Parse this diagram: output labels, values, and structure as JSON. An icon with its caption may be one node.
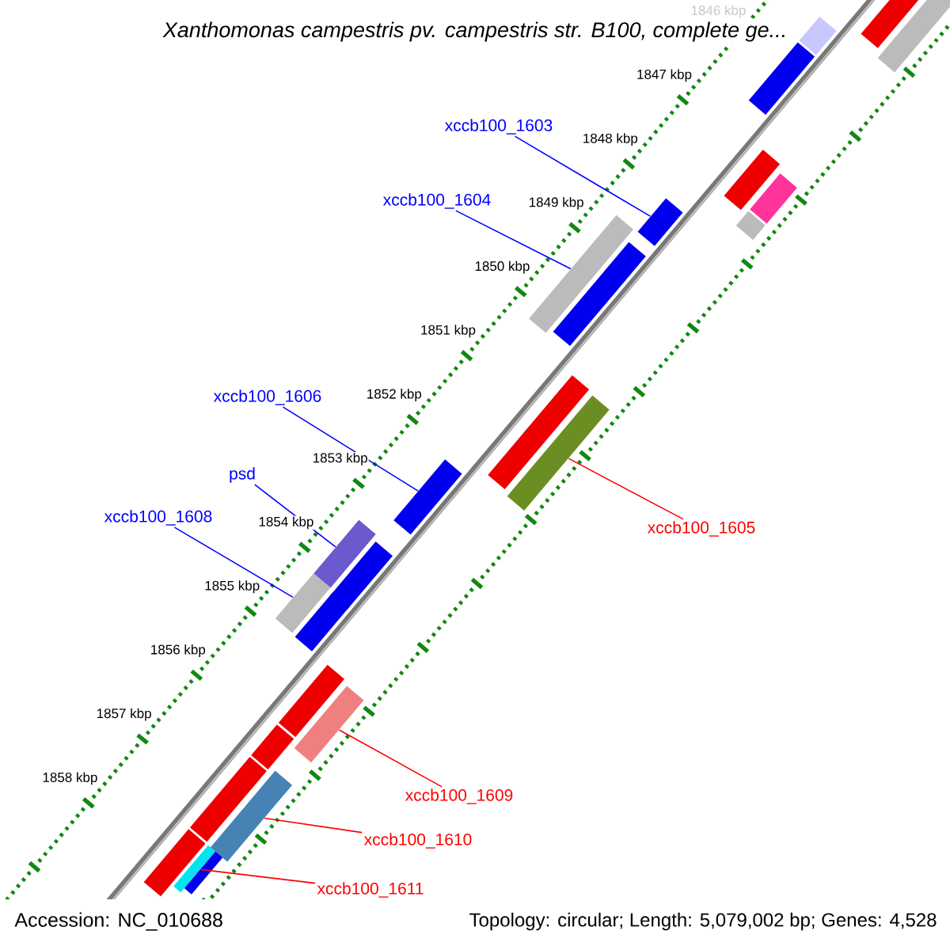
{
  "diagram": {
    "title": "Xanthomonas campestris pv. campestris str. B100, complete ge...",
    "nodes": [
      {
        "text": [],
        "shape": "bar"
      },
      {
        "text": [],
        "shape": "bar"
      },
      {
        "text": [],
        "shape": "bar"
      },
      {
        "text": [],
        "shape": "bar"
      },
      {
        "text": [
          "xccb100_1603"
        ]
      },
      {
        "text": [],
        "shape": "bar"
      },
      {
        "text": [],
        "shape": "bar"
      },
      {
        "text": [
          "xccb100_1604"
        ]
      },
      {
        "text": [],
        "shape": "bar"
      },
      {
        "text": [],
        "shape": "bar"
      },
      {
        "text": [],
        "shape": "bar"
      },
      {
        "text": [],
        "shape": "bar"
      },
      {
        "text": [],
        "shape": "bar"
      },
      {
        "text": [
          "xccb100_1606"
        ]
      },
      {
        "text": [],
        "shape": "bar"
      },
      {
        "text": [],
        "shape": "bar"
      },
      {
        "text": [
          "psd"
        ]
      },
      {
        "text": [
          "xccb100_1608"
        ]
      },
      {
        "text": [
          "xccb100_1605"
        ]
      },
      {
        "text": [],
        "shape": "bar"
      },
      {
        "text": [],
        "shape": "bar"
      },
      {
        "text": [],
        "shape": "bar"
      },
      {
        "text": [],
        "shape": "bar"
      },
      {
        "text": [],
        "shape": "bar"
      },
      {
        "text": [],
        "shape": "bar"
      },
      {
        "text": [],
        "shape": "bar"
      },
      {
        "text": [],
        "shape": "bar"
      },
      {
        "text": [],
        "shape": "bar"
      },
      {
        "text": [
          "xccb100_1609"
        ]
      },
      {
        "text": [],
        "shape": "bar"
      },
      {
        "text": [],
        "shape": "bar"
      },
      {
        "text": [],
        "shape": "bar"
      },
      {
        "text": [
          "xccb100_1610"
        ]
      },
      {
        "text": [
          "xccb100_1611"
        ]
      }
    ],
    "edges": [
      {
        "from": 4,
        "to": 8,
        "arrow": "none"
      },
      {
        "from": 7,
        "to": 10,
        "arrow": "none"
      },
      {
        "from": 13,
        "to": 15,
        "arrow": "none"
      },
      {
        "from": 16,
        "to": 19,
        "arrow": "none"
      },
      {
        "from": 17,
        "to": 21,
        "arrow": "none"
      },
      {
        "from": 18,
        "to": 14,
        "arrow": "none",
        "color": "#ff0000"
      },
      {
        "from": 28,
        "to": 24,
        "arrow": "none",
        "color": "#ff0000"
      },
      {
        "from": 32,
        "to": 27,
        "arrow": "none",
        "color": "#ff0000"
      },
      {
        "from": 33,
        "to": 30,
        "arrow": "none",
        "color": "#ff0000"
      }
    ],
    "labels": [
      "1846 kbp",
      "1847 kbp",
      "1848 kbp",
      "1849 kbp",
      "1850 kbp",
      "1851 kbp",
      "1852 kbp",
      "1853 kbp",
      "1854 kbp",
      "1855 kbp",
      "1856 kbp",
      "1857 kbp",
      "1858 kbp",
      "Accession: NC_010688",
      "Topology: circular; Length: 5,079,002 bp; Genes: 4,528"
    ]
  }
}
